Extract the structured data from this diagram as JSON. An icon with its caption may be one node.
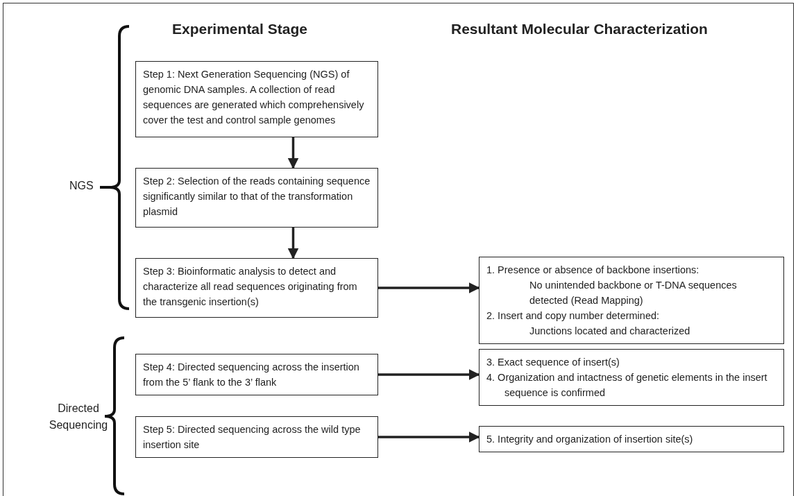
{
  "diagram": {
    "nodes": [
      {
        "text": [
          "Step 1: Next Generation Sequencing (NGS) of genomic DNA samples.  A collection of read sequences are generated which comprehensively cover the test and control sample genomes"
        ]
      },
      {
        "text": [
          "Step 2: Selection of the reads containing sequence significantly similar to  that of the transformation plasmid"
        ]
      },
      {
        "text": [
          "Step 3: Bioinformatic analysis to detect and characterize all read sequences originating from the transgenic insertion(s)"
        ]
      },
      {
        "text": [
          "1. Presence or absence of backbone insertions:",
          "No unintended backbone or T-DNA sequences detected (Read Mapping)",
          "2. Insert and copy number determined:",
          "Junctions located and characterized"
        ]
      },
      {
        "text": [
          "Step 4: Directed sequencing across the insertion from the 5’ flank to the 3’ flank"
        ]
      },
      {
        "text": [
          "3. Exact sequence of insert(s)",
          "4. Organization and intactness of genetic elements in the insert sequence is confirmed"
        ]
      },
      {
        "text": [
          "Step 5: Directed sequencing across the wild type insertion site"
        ]
      },
      {
        "text": [
          "5. Integrity and organization of insertion site(s)"
        ]
      }
    ],
    "edges": [
      {
        "from": 0,
        "to": 1,
        "arrow": "to"
      },
      {
        "from": 1,
        "to": 2,
        "arrow": "to"
      },
      {
        "from": 2,
        "to": 3,
        "arrow": "to"
      },
      {
        "from": 4,
        "to": 5,
        "arrow": "to"
      },
      {
        "from": 6,
        "to": 7,
        "arrow": "to"
      }
    ],
    "labels": [
      "Experimental Stage",
      "Resultant Molecular Characterization",
      "NGS",
      "Directed Sequencing"
    ]
  }
}
